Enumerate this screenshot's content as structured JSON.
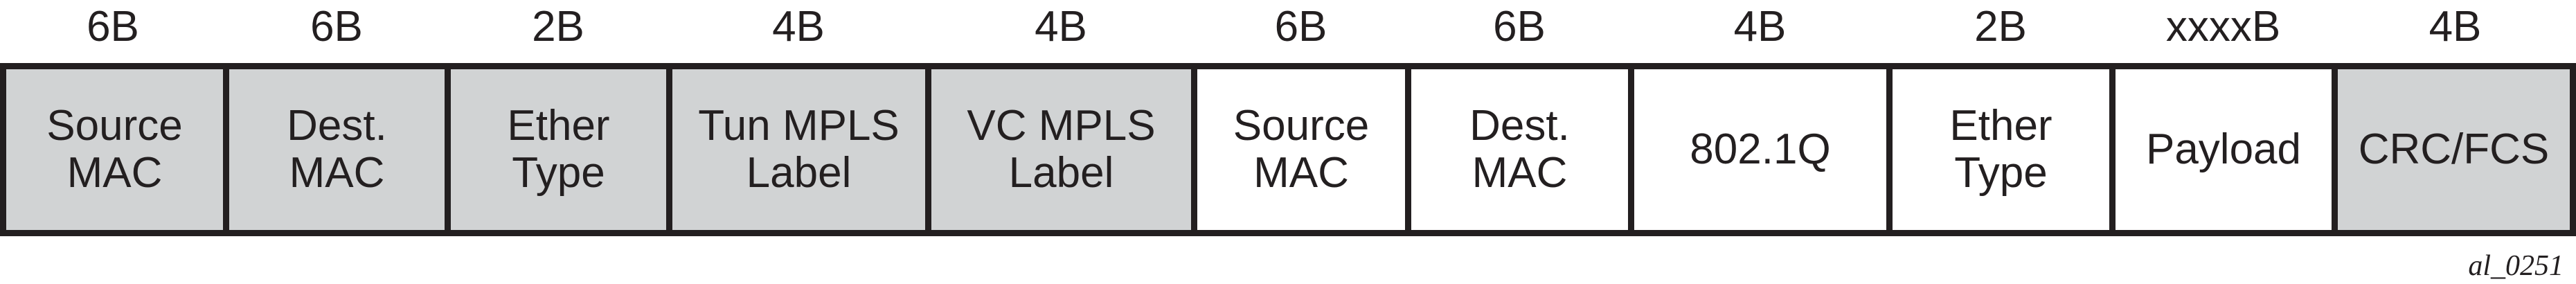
{
  "fields": [
    {
      "size": "6B",
      "label": "Source\nMAC",
      "fill": "gray"
    },
    {
      "size": "6B",
      "label": "Dest.\nMAC",
      "fill": "gray"
    },
    {
      "size": "2B",
      "label": "Ether\nType",
      "fill": "gray"
    },
    {
      "size": "4B",
      "label": "Tun MPLS\nLabel",
      "fill": "gray"
    },
    {
      "size": "4B",
      "label": "VC MPLS\nLabel",
      "fill": "gray"
    },
    {
      "size": "6B",
      "label": "Source\nMAC",
      "fill": "white"
    },
    {
      "size": "6B",
      "label": "Dest.\nMAC",
      "fill": "white"
    },
    {
      "size": "4B",
      "label": "802.1Q",
      "fill": "white"
    },
    {
      "size": "2B",
      "label": "Ether\nType",
      "fill": "white"
    },
    {
      "size": "xxxxB",
      "label": "Payload",
      "fill": "white"
    },
    {
      "size": "4B",
      "label": "CRC/FCS",
      "fill": "gray"
    }
  ],
  "colors": {
    "gray": "#d1d3d4",
    "white": "#ffffff",
    "stroke": "#231f20"
  },
  "caption": "al_0251"
}
